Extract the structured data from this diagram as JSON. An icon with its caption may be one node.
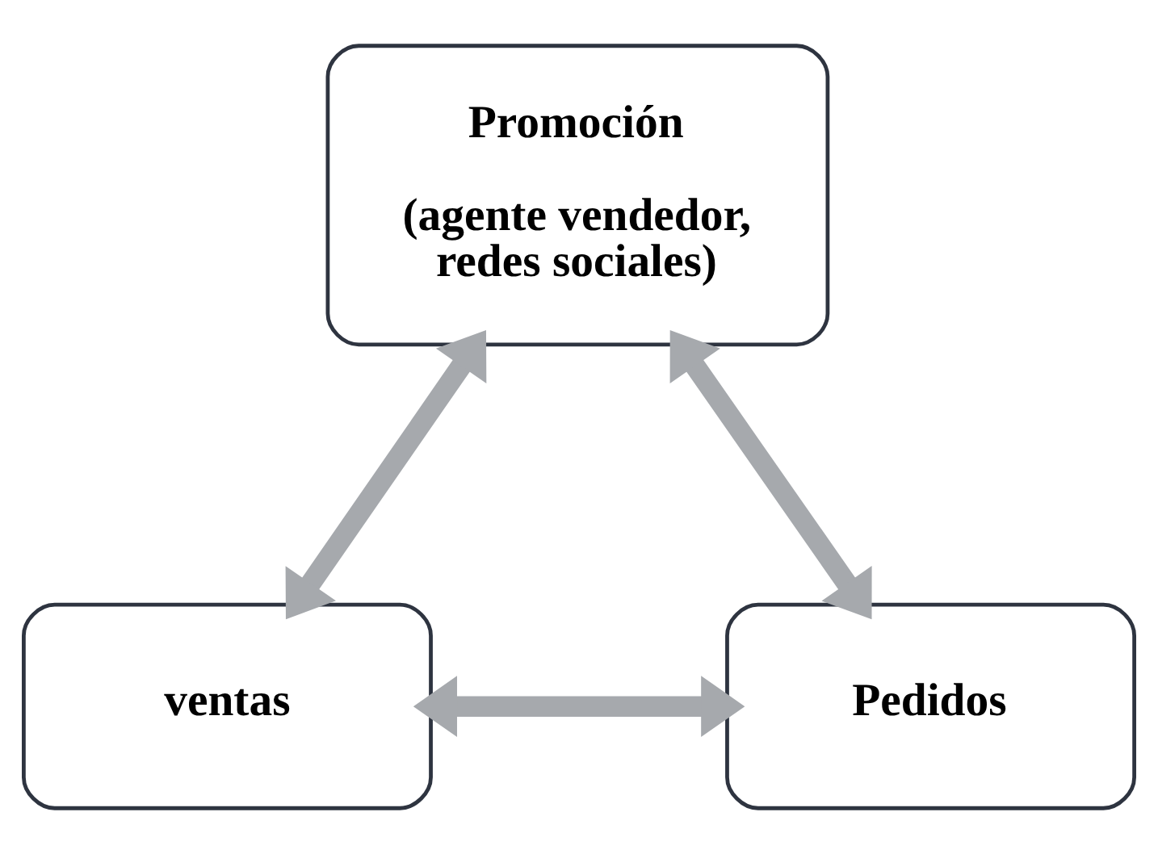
{
  "diagram": {
    "nodes": [
      {
        "text": [
          "Promoción",
          "(agente vendedor, redes sociales)"
        ]
      },
      {
        "text": [
          "ventas"
        ]
      },
      {
        "text": [
          "Pedidos"
        ]
      }
    ],
    "edges": [
      {
        "from": 1,
        "to": 0,
        "arrow": "both"
      },
      {
        "from": 0,
        "to": 2,
        "arrow": "both"
      },
      {
        "from": 1,
        "to": 2,
        "arrow": "both"
      }
    ]
  }
}
